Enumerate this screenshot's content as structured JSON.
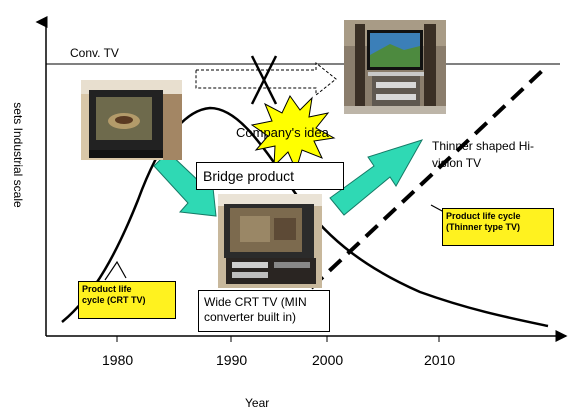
{
  "diagram": {
    "y_axis_label": "sets Industrial scale",
    "x_axis_label": "Year",
    "x_ticks": [
      "1980",
      "1990",
      "2000",
      "2010"
    ],
    "conv_tv_label": "Conv. TV",
    "company_idea_label": "Company's idea",
    "bridge_product_label": "Bridge product",
    "thinner_tv_label_line1": "Thinner shaped Hi-",
    "thinner_tv_label_line2": "vision TV",
    "wide_crt_label_line1": "Wide CRT TV (MIN",
    "wide_crt_label_line2": "converter built in)",
    "plc_crt_line1": "Product life",
    "plc_crt_line2": "cycle (CRT TV)",
    "plc_thin_line1": "Product life cycle",
    "plc_thin_line2": "(Thinner type TV)"
  },
  "colors": {
    "arrow_teal": "#2fd9b4",
    "starburst_yellow": "#ffff00",
    "label_yellow": "#fff21f",
    "axis": "#000000"
  }
}
